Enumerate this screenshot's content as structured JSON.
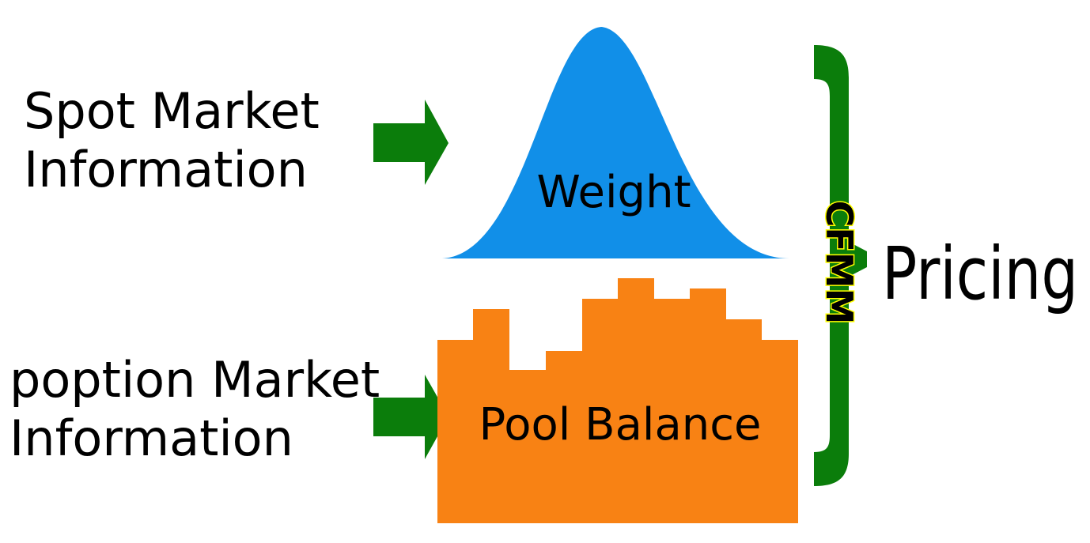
{
  "inputs": {
    "spot": {
      "line1": "Spot Market",
      "line2": "Information"
    },
    "poption": {
      "line1": "poption Market",
      "line2": "Information"
    }
  },
  "shapes": {
    "weight": {
      "label": "Weight",
      "color": "#118fe8"
    },
    "pool_balance": {
      "label": "Pool Balance",
      "color": "#f88214"
    }
  },
  "bracket": {
    "label": "CFMM",
    "color": "#0b7d0b",
    "label_outline": "#ffff00"
  },
  "arrows": {
    "color": "#0b7d0b"
  },
  "output": {
    "label": "Pricing"
  }
}
